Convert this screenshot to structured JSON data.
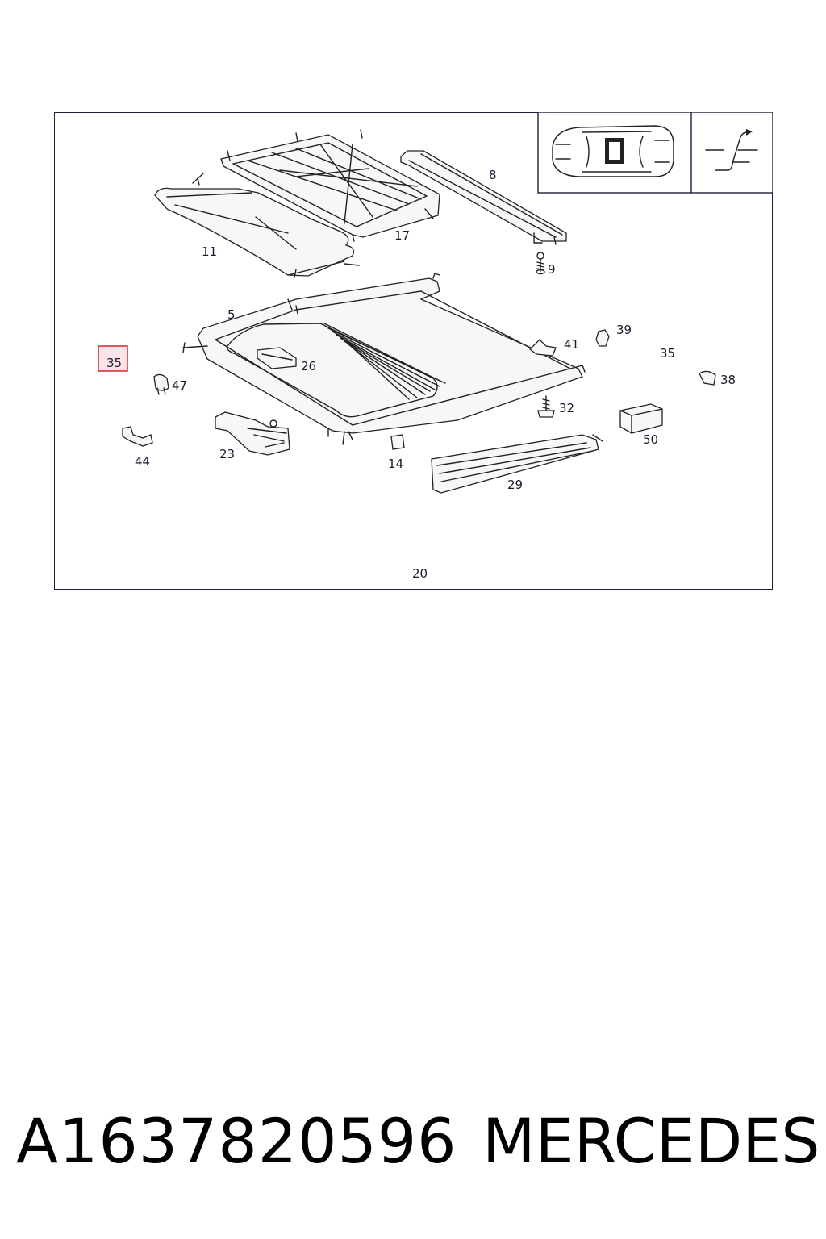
{
  "diagram": {
    "labels": {
      "p8": "8",
      "p17": "17",
      "p11": "11",
      "p9": "9",
      "p5": "5",
      "p35_highlighted": "35",
      "p35": "35",
      "p26": "26",
      "p47": "47",
      "p41": "41",
      "p39": "39",
      "p38": "38",
      "p32": "32",
      "p44": "44",
      "p23": "23",
      "p14": "14",
      "p50": "50",
      "p29": "29",
      "p20": "20"
    },
    "highlight_color": "#d9313a",
    "highlight_fill": "#fbe3e6"
  },
  "footer": {
    "part_number": "A1637820596",
    "brand": "MERCEDES"
  }
}
